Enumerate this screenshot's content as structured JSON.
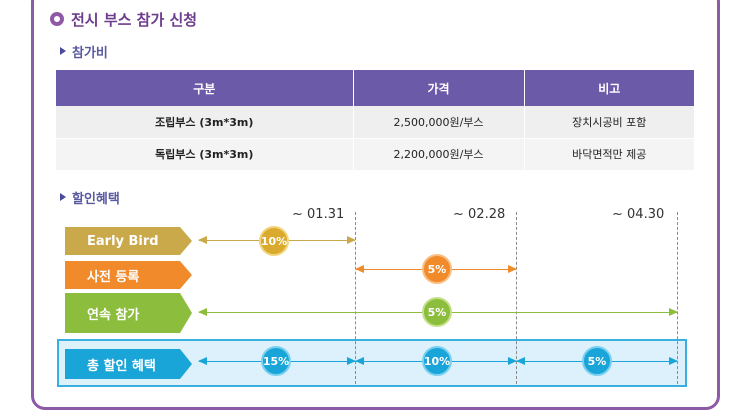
{
  "title": "전시 부스 참가 신청",
  "sections": {
    "fee": "참가비",
    "discount": "할인혜택"
  },
  "fee_table": {
    "headers": [
      "구분",
      "가격",
      "비고"
    ],
    "rows": [
      [
        "조립부스 (3m*3m)",
        "2,500,000원/부스",
        "장치시공비 포함"
      ],
      [
        "독립부스 (3m*3m)",
        "2,200,000원/부스",
        "바닥면적만 제공"
      ]
    ]
  },
  "discount": {
    "dates": [
      "~ 01.31",
      "~ 02.28",
      "~ 04.30"
    ],
    "rows": {
      "early_bird": {
        "label": "Early Bird",
        "rate": "10%"
      },
      "pre_register": {
        "label": "사전 등록",
        "rate": "5%"
      },
      "continuous": {
        "label": "연속 참가",
        "rate": "5%"
      },
      "total": {
        "label": "총 할인 혜택",
        "rates": [
          "15%",
          "10%",
          "5%"
        ]
      }
    }
  },
  "colors": {
    "frame": "#8e5aa6",
    "table_header": "#6a5aa8",
    "early_bird": "#c9a94a",
    "pre_register": "#f08a2a",
    "continuous": "#8dbd3c",
    "total": "#1aa5d8"
  }
}
